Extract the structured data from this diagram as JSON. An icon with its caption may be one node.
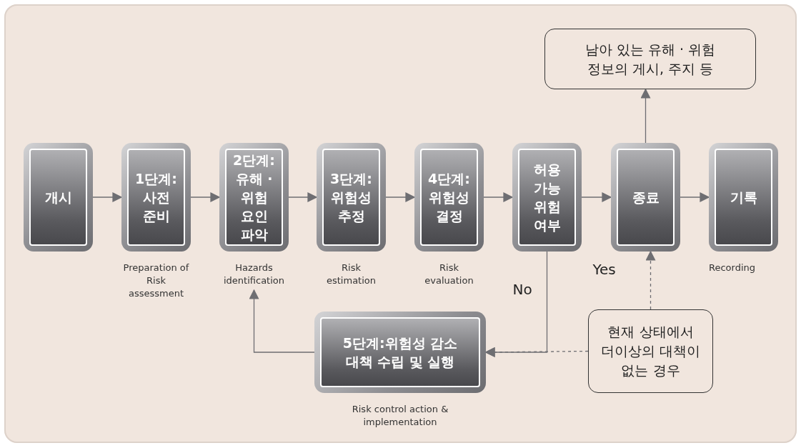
{
  "diagram": {
    "nodes": [
      {
        "text": [
          "개시"
        ]
      },
      {
        "text": [
          "1단계: 사전 준비"
        ],
        "beside": [
          "Preparation of Risk assessment"
        ]
      },
      {
        "text": [
          "2단계: 유해 · 위험 요인 파악"
        ],
        "beside": [
          "Hazards identification"
        ]
      },
      {
        "text": [
          "3단계: 위험성 추정"
        ],
        "beside": [
          "Risk estimation"
        ]
      },
      {
        "text": [
          "4단계: 위험성 결정"
        ],
        "beside": [
          "Risk evaluation"
        ]
      },
      {
        "text": [
          "허용 가능 위험 여부"
        ]
      },
      {
        "text": [
          "종료"
        ]
      },
      {
        "text": [
          "기록"
        ],
        "beside": [
          "Recording"
        ]
      },
      {
        "text": [
          "남아 있는 유해 · 위험 정보의 게시, 주지 등"
        ]
      },
      {
        "text": [
          "5단계:위험성 감소 대책 수립 및 실행"
        ],
        "beside": [
          "Risk control action & implementation"
        ]
      },
      {
        "text": [
          "현재 상태에서 더이상의 대책이 없는 경우"
        ]
      }
    ],
    "edges": [
      {
        "from": 0,
        "to": 1,
        "arrow": "to"
      },
      {
        "from": 1,
        "to": 2,
        "arrow": "to"
      },
      {
        "from": 2,
        "to": 3,
        "arrow": "to"
      },
      {
        "from": 3,
        "to": 4,
        "arrow": "to"
      },
      {
        "from": 4,
        "to": 5,
        "arrow": "to"
      },
      {
        "from": 5,
        "to": 6,
        "arrow": "to",
        "label": "Yes"
      },
      {
        "from": 6,
        "to": 7,
        "arrow": "to"
      },
      {
        "from": 6,
        "to": 8,
        "arrow": "to"
      },
      {
        "from": 5,
        "to": 9,
        "arrow": "to",
        "label": "No"
      },
      {
        "from": 9,
        "to": 2,
        "arrow": "to"
      },
      {
        "from": 10,
        "to": 6,
        "arrow": "to",
        "style": "dashed"
      },
      {
        "from": 10,
        "to": 9,
        "arrow": "to",
        "style": "dashed"
      }
    ]
  }
}
